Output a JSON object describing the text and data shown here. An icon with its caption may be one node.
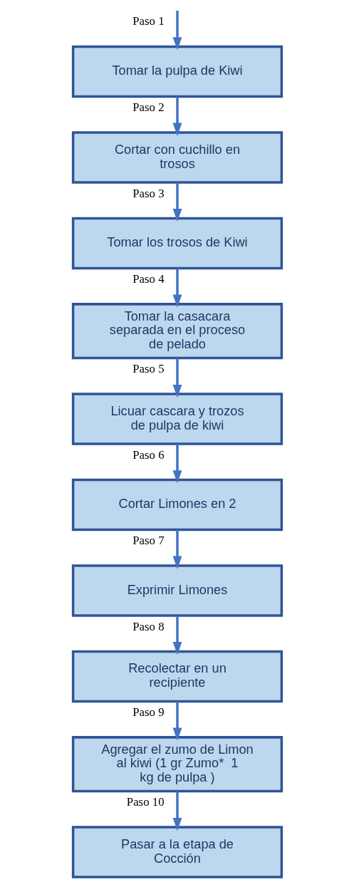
{
  "diagram": {
    "nodes": [
      {
        "text": [
          "Tomar la pulpa de Kiwi"
        ]
      },
      {
        "text": [
          "Cortar con cuchillo en trosos"
        ]
      },
      {
        "text": [
          "Tomar los trosos de Kiwi"
        ]
      },
      {
        "text": [
          "Tomar la casacara separada en el proceso de pelado"
        ]
      },
      {
        "text": [
          "Licuar cascara y trozos de pulpa de kiwi"
        ]
      },
      {
        "text": [
          "Cortar Limones en 2"
        ]
      },
      {
        "text": [
          "Exprimir Limones"
        ]
      },
      {
        "text": [
          "Recolectar en un recipiente"
        ]
      },
      {
        "text": [
          "Agregar el zumo de Limon al kiwi (1 gr Zumo*  1 kg de pulpa )"
        ]
      },
      {
        "text": [
          "Pasar a la etapa de Cocción"
        ]
      }
    ],
    "edges": [
      {
        "from": null,
        "to": 0,
        "arrow": "to",
        "label": "Paso 1"
      },
      {
        "from": 0,
        "to": 1,
        "arrow": "to",
        "label": "Paso 2"
      },
      {
        "from": 1,
        "to": 2,
        "arrow": "to",
        "label": "Paso 3"
      },
      {
        "from": 2,
        "to": 3,
        "arrow": "to",
        "label": "Paso 4"
      },
      {
        "from": 3,
        "to": 4,
        "arrow": "to",
        "label": "Paso 5"
      },
      {
        "from": 4,
        "to": 5,
        "arrow": "to",
        "label": "Paso 6"
      },
      {
        "from": 5,
        "to": 6,
        "arrow": "to",
        "label": "Paso 7"
      },
      {
        "from": 6,
        "to": 7,
        "arrow": "to",
        "label": "Paso 8"
      },
      {
        "from": 7,
        "to": 8,
        "arrow": "to",
        "label": "Paso 9"
      },
      {
        "from": 8,
        "to": 9,
        "arrow": "to",
        "label": "Paso 10"
      }
    ]
  }
}
